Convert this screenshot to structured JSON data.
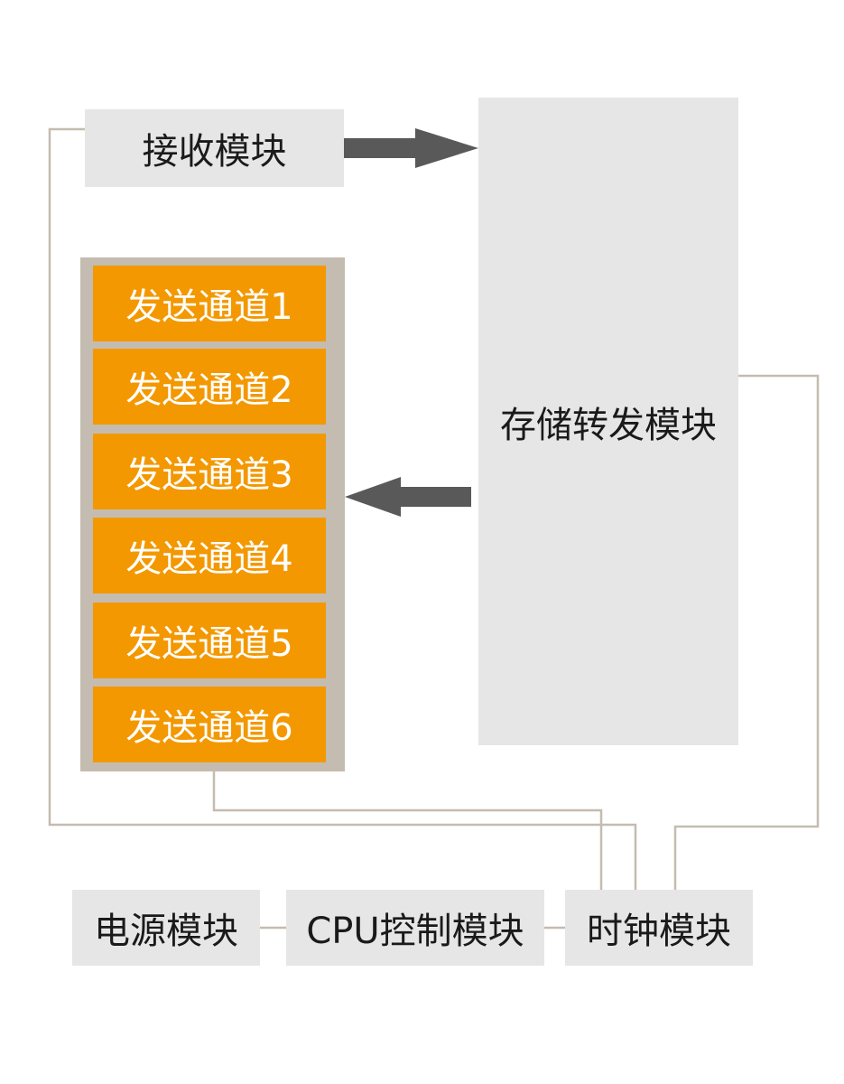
{
  "modules": {
    "receive": "接收模块",
    "store_forward": "存储转发模块",
    "power": "电源模块",
    "cpu": "CPU控制模块",
    "clock": "时钟模块"
  },
  "channels": [
    "发送通道1",
    "发送通道2",
    "发送通道3",
    "发送通道4",
    "发送通道5",
    "发送通道6"
  ],
  "colors": {
    "module_bg": "#e6e6e6",
    "channel_bg": "#f39800",
    "channel_group_bg": "#c4bcb0",
    "connector": "#c4bcb0",
    "arrow": "#595959"
  }
}
